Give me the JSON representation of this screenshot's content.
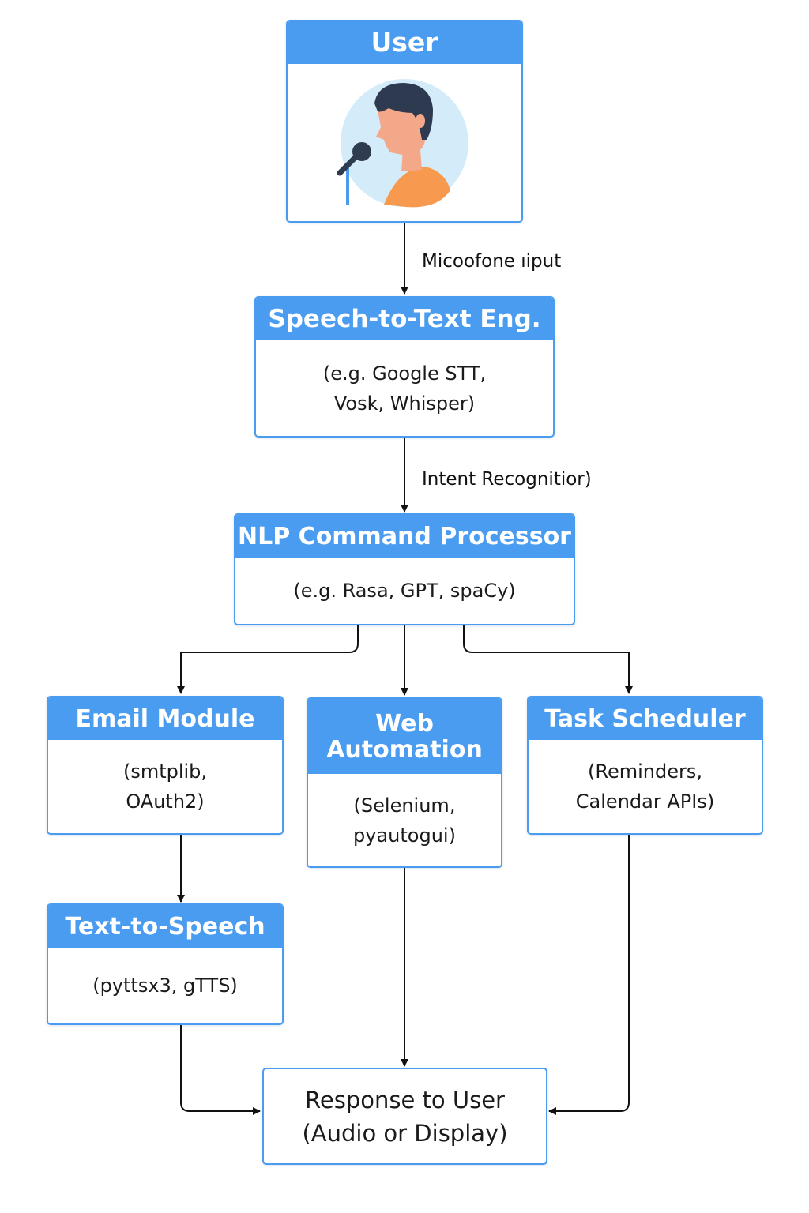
{
  "nodes": {
    "user": {
      "title": "User",
      "icon": "person-speaking-into-microphone"
    },
    "stt": {
      "title": "Speech-to-Text Eng.",
      "line1": "(e.g. Google STT,",
      "line2": "Vosk, Whisper)"
    },
    "nlp": {
      "title": "NLP Command Processor",
      "line1": "(e.g. Rasa, GPT, spaCy)"
    },
    "email": {
      "title": "Email Module",
      "line1": "(smtplib,",
      "line2": "OAuth2)"
    },
    "web": {
      "title_line1": "Web",
      "title_line2": "Automation",
      "line1": "(Selenium,",
      "line2": "pyautogui)"
    },
    "task": {
      "title": "Task Scheduler",
      "line1": "(Reminders,",
      "line2": "Calendar APIs)"
    },
    "tts": {
      "title": "Text-to-Speech",
      "line1": "(pyttsx3, gTTS)"
    },
    "response": {
      "line1": "Response to User",
      "line2": "(Audio or Display)"
    }
  },
  "edges": {
    "user_to_stt": "Micoofone ıiput",
    "stt_to_nlp": "Intent Recognitior)"
  },
  "colors": {
    "header_blue": "#4a9cf0",
    "border_blue": "#4a9cf0",
    "arrow": "#111111",
    "avatar_bg": "#d4ecfa",
    "hair": "#2e3a4f",
    "skin": "#f4a88a",
    "shirt": "#f79a4f",
    "mic": "#2f3b4f"
  }
}
